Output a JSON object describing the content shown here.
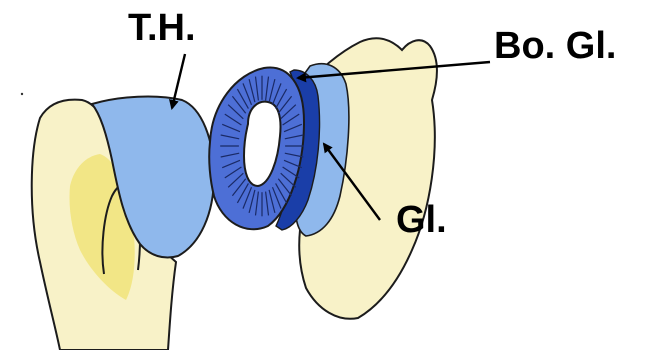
{
  "labels": {
    "humeral_head": "T.H.",
    "glenoid_labrum": "Bo. Gl.",
    "glenoid": "Gl."
  },
  "colors": {
    "bone_yellow": "#f7f0c0",
    "bone_yellow_shade": "#f1e47a",
    "cartilage_blue": "#8fb8ec",
    "labrum_blue": "#4d6fd6",
    "labrum_dark": "#1a3ea8",
    "outline": "#1c1c1c",
    "label_text": "#000000"
  }
}
